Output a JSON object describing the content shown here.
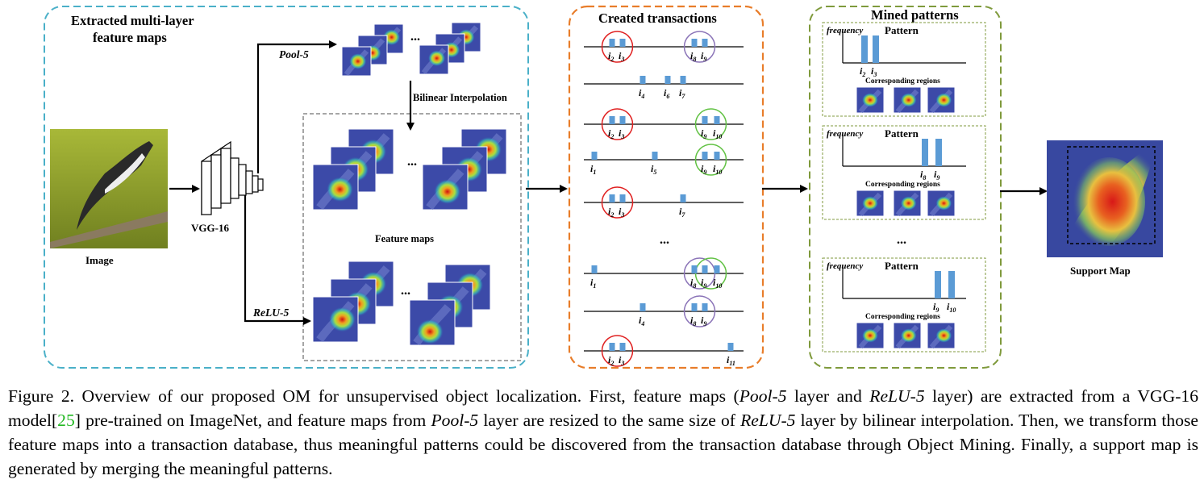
{
  "sections": {
    "extract_title": "Extracted multi-layer feature maps",
    "extract_title_line1": "Extracted multi-layer",
    "extract_title_line2": "feature maps",
    "transactions_title": "Created transactions",
    "patterns_title": "Mined patterns"
  },
  "labels": {
    "image": "Image",
    "vgg": "VGG-16",
    "pool5": "Pool-5",
    "relu5": "ReLU-5",
    "bilinear": "Bilinear Interpolation",
    "feature_maps": "Feature maps",
    "support_map": "Support Map",
    "ellipsis": "..."
  },
  "pattern": {
    "frequency": "frequency",
    "title": "Pattern",
    "regions": "Corresponding regions"
  },
  "patterns": [
    {
      "items": [
        "2",
        "3"
      ]
    },
    {
      "items": [
        "8",
        "9"
      ]
    },
    {
      "items": [
        "9",
        "10"
      ]
    }
  ],
  "transactions": [
    {
      "items": [
        "2",
        "3",
        "8",
        "9"
      ]
    },
    {
      "items": [
        "4",
        "6",
        "7"
      ]
    },
    {
      "items": [
        "2",
        "3",
        "9",
        "10"
      ]
    },
    {
      "items": [
        "1",
        "5",
        "9",
        "10"
      ]
    },
    {
      "items": [
        "2",
        "3",
        "7"
      ]
    },
    {
      "items": [
        "1",
        "8",
        "9",
        "10"
      ]
    },
    {
      "items": [
        "4",
        "8",
        "9"
      ]
    },
    {
      "items": [
        "2",
        "3",
        "11"
      ]
    }
  ],
  "caption": {
    "prefix": "Figure 2. Overview of our proposed OM for unsupervised object localization. First, feature maps (",
    "pool": "Pool-5",
    "mid1": " layer and ",
    "relu": "ReLU-5",
    "mid2": " layer) are extracted from a VGG-16 model[",
    "ref": "25",
    "mid3": "] pre-trained on ImageNet, and feature maps from ",
    "pool2": "Pool-5",
    "mid4": " layer are resized to the same size of ",
    "relu2": "ReLU-5",
    "suffix": " layer by bilinear interpolation. Then, we transform those feature maps into a transaction database, thus meaningful patterns could be discovered from the transaction database through Object Mining. Finally, a support map is generated by merging the meaningful patterns."
  },
  "colors": {
    "cyan_border": "#4ab0c8",
    "orange_border": "#e87d2a",
    "green_border": "#7f9a3c",
    "bar": "#5b9bd5",
    "red_circle": "#e02020",
    "purple_circle": "#8b74b8",
    "green_circle": "#62c244",
    "citation": "#22b822"
  }
}
